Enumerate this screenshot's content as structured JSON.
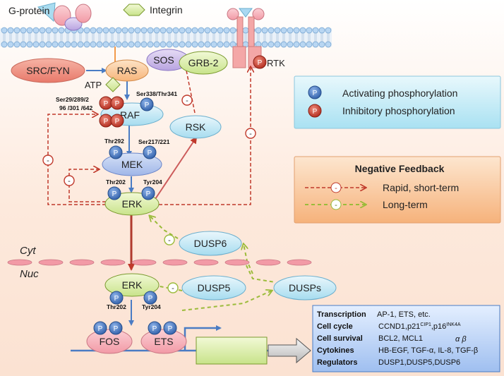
{
  "membrane": {
    "gprotein_label": "G-protein",
    "integrin_label": "Integrin"
  },
  "compartments": {
    "cyt": "Cyt",
    "nuc": "Nuc"
  },
  "nodes": {
    "src_fyn": "SRC/FYN",
    "ras": "RAS",
    "atp": "ATP",
    "sos": "SOS",
    "grb2": "GRB-2",
    "rtk": "RTK",
    "raf": "RAF",
    "rsk": "RSK",
    "mek": "MEK",
    "erk_cyt": "ERK",
    "dusp6": "DUSP6",
    "erk_nuc": "ERK",
    "dusp5": "DUSP5",
    "dusps": "DUSPs",
    "fos": "FOS",
    "ets": "ETS"
  },
  "sites": {
    "raf_inhib": "Ser29/289/2\n96 /301 /642",
    "raf_act": "Ser338/Thr341",
    "mek_1": "Thr292",
    "mek_2": "Ser217/221",
    "erk_1": "Thr202",
    "erk_2": "Tyr204",
    "erk_nuc_1": "Thr202",
    "erk_nuc_2": "Tyr204"
  },
  "symbols": {
    "p": "P",
    "minus": "-"
  },
  "legend_phospho": {
    "activating": "Activating phosphorylation",
    "inhibitory": "Inhibitory phosphorylation"
  },
  "legend_feedback": {
    "title": "Negative Feedback",
    "rapid": "Rapid, short-term",
    "long": "Long-term"
  },
  "outputs": [
    {
      "category": "Transcription",
      "genes": "AP-1, ETS, etc."
    },
    {
      "category": "Cell cycle",
      "genes": "CCND1,p21",
      "sup1": "CIP1",
      "mid": ",p16",
      "sup2": "INK4A"
    },
    {
      "category": "Cell survival",
      "genes": "BCL2, MCL1",
      "extra": "α β"
    },
    {
      "category": "Cytokines",
      "genes": "HB-EGF, TGF-α, IL-8, TGF-β"
    },
    {
      "category": "Regulators",
      "genes": "DUSP1,DUSP5,DUSP6"
    }
  ],
  "colors": {
    "activating_p": "#3d6fb8",
    "inhibitory_p": "#c0392b",
    "rapid_feedback": "#c0392b",
    "long_feedback": "#9bbb3a",
    "membrane": "#b8d6f2"
  }
}
